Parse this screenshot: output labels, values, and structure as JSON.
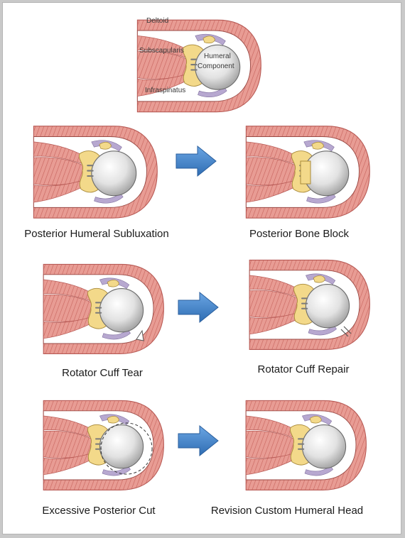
{
  "figure": {
    "top": {
      "labels": {
        "deltoid": "Deltoid",
        "subscapularis": "Subscapularis",
        "humeral_line1": "Humeral",
        "humeral_line2": "Component",
        "infraspinatus": "Infraspinatus"
      }
    },
    "rows": [
      {
        "before": "Posterior Humeral Subluxation",
        "after": "Posterior Bone Block"
      },
      {
        "before": "Rotator Cuff Tear",
        "after": "Rotator Cuff Repair"
      },
      {
        "before": "Excessive Posterior Cut",
        "after": "Revision Custom Humeral Head"
      }
    ]
  },
  "colors": {
    "muscle": "#e79a92",
    "muscle_stroke": "#b85a55",
    "bone": "#f3d98a",
    "head": "#e6e6e6",
    "capsule": "#b7a8d0",
    "arrow": "#3f7fc6"
  },
  "icons": {
    "arrow": "right-arrow-icon"
  }
}
